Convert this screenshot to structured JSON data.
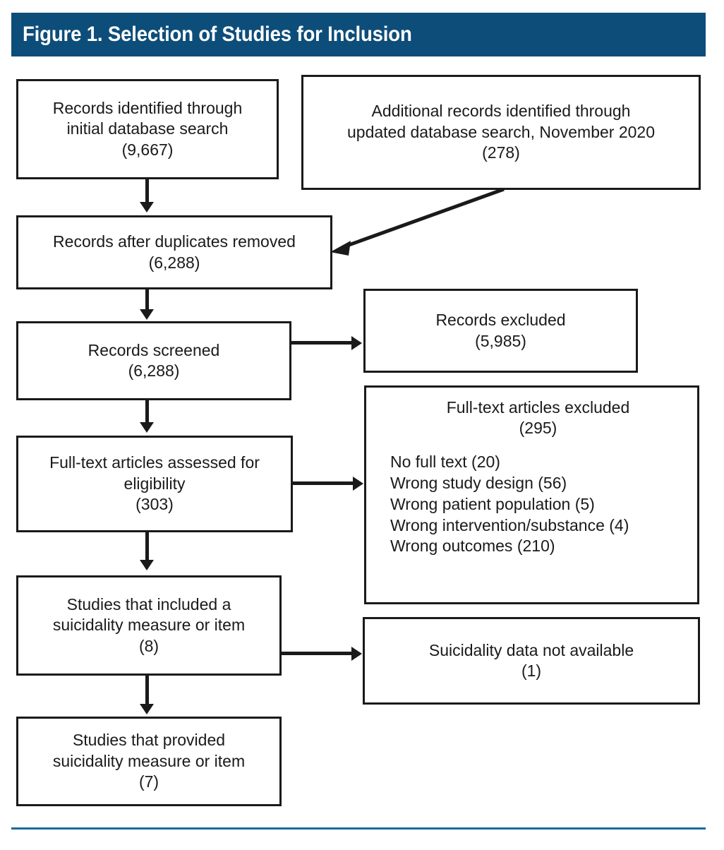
{
  "figure": {
    "header_title": "Figure 1. Selection of Studies for Inclusion",
    "header_bg_color": "#0d4d7a",
    "header_text_color": "#ffffff",
    "footer_rule_color": "#1a6a9e",
    "box_border_color": "#1a1a1a",
    "background_color": "#ffffff"
  },
  "nodes": {
    "identified_initial": {
      "line1": "Records identified through",
      "line2": "initial database search",
      "count": "(9,667)"
    },
    "identified_updated": {
      "line1": "Additional records identified through",
      "line2": "updated database search, November 2020",
      "count": "(278)"
    },
    "after_duplicates": {
      "line1": "Records after duplicates removed",
      "count": "(6,288)"
    },
    "records_screened": {
      "line1": "Records screened",
      "count": "(6,288)"
    },
    "records_excluded": {
      "line1": "Records excluded",
      "count": "(5,985)"
    },
    "fulltext_assessed": {
      "line1": "Full-text articles assessed for",
      "line2": "eligibility",
      "count": "(303)"
    },
    "fulltext_excluded": {
      "line1": "Full-text articles excluded",
      "count": "(295)",
      "reasons": [
        "No full text (20)",
        "Wrong study design (56)",
        "Wrong patient population (5)",
        "Wrong intervention/substance (4)",
        "Wrong outcomes (210)"
      ]
    },
    "studies_included": {
      "line1": "Studies that included a",
      "line2": "suicidality measure or item",
      "count": "(8)"
    },
    "suicidality_unavailable": {
      "line1": "Suicidality data not available",
      "count": "(1)"
    },
    "studies_provided": {
      "line1": "Studies that provided",
      "line2": "suicidality measure or item",
      "count": "(7)"
    }
  },
  "chart_data": {
    "type": "diagram",
    "title": "Figure 1. Selection of Studies for Inclusion",
    "diagram_kind": "PRISMA study selection flow diagram",
    "stages": [
      {
        "id": "identified_initial",
        "label": "Records identified through initial database search",
        "value": 9667
      },
      {
        "id": "identified_updated",
        "label": "Additional records identified through updated database search, November 2020",
        "value": 278
      },
      {
        "id": "after_duplicates",
        "label": "Records after duplicates removed",
        "value": 6288
      },
      {
        "id": "records_screened",
        "label": "Records screened",
        "value": 6288
      },
      {
        "id": "records_excluded",
        "label": "Records excluded",
        "value": 5985
      },
      {
        "id": "fulltext_assessed",
        "label": "Full-text articles assessed for eligibility",
        "value": 303
      },
      {
        "id": "fulltext_excluded",
        "label": "Full-text articles excluded",
        "value": 295,
        "breakdown": [
          {
            "reason": "No full text",
            "value": 20
          },
          {
            "reason": "Wrong study design",
            "value": 56
          },
          {
            "reason": "Wrong patient population",
            "value": 5
          },
          {
            "reason": "Wrong intervention/substance",
            "value": 4
          },
          {
            "reason": "Wrong outcomes",
            "value": 210
          }
        ]
      },
      {
        "id": "studies_included",
        "label": "Studies that included a suicidality measure or item",
        "value": 8
      },
      {
        "id": "suicidality_unavailable",
        "label": "Suicidality data not available",
        "value": 1
      },
      {
        "id": "studies_provided",
        "label": "Studies that provided suicidality measure or item",
        "value": 7
      }
    ],
    "edges": [
      {
        "from": "identified_initial",
        "to": "after_duplicates"
      },
      {
        "from": "identified_updated",
        "to": "after_duplicates"
      },
      {
        "from": "after_duplicates",
        "to": "records_screened"
      },
      {
        "from": "records_screened",
        "to": "records_excluded"
      },
      {
        "from": "records_screened",
        "to": "fulltext_assessed"
      },
      {
        "from": "fulltext_assessed",
        "to": "fulltext_excluded"
      },
      {
        "from": "fulltext_assessed",
        "to": "studies_included"
      },
      {
        "from": "studies_included",
        "to": "suicidality_unavailable"
      },
      {
        "from": "studies_included",
        "to": "studies_provided"
      }
    ]
  }
}
